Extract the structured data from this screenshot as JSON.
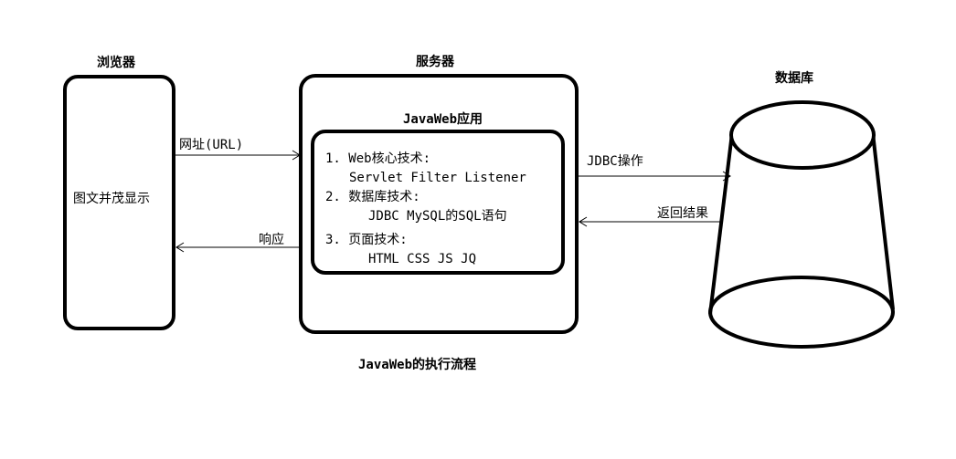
{
  "browser": {
    "title": "浏览器",
    "content": "图文并茂显示"
  },
  "server": {
    "title": "服务器",
    "app_title": "JavaWeb应用",
    "lines": [
      "1. Web核心技术:",
      "Servlet Filter Listener",
      "2. 数据库技术:",
      "JDBC  MySQL的SQL语句",
      "3. 页面技术:",
      "HTML CSS JS JQ"
    ]
  },
  "database": {
    "title": "数据库"
  },
  "arrows": {
    "request": "网址(URL)",
    "response": "响应",
    "jdbc": "JDBC操作",
    "result": "返回结果"
  },
  "caption": "JavaWeb的执行流程"
}
